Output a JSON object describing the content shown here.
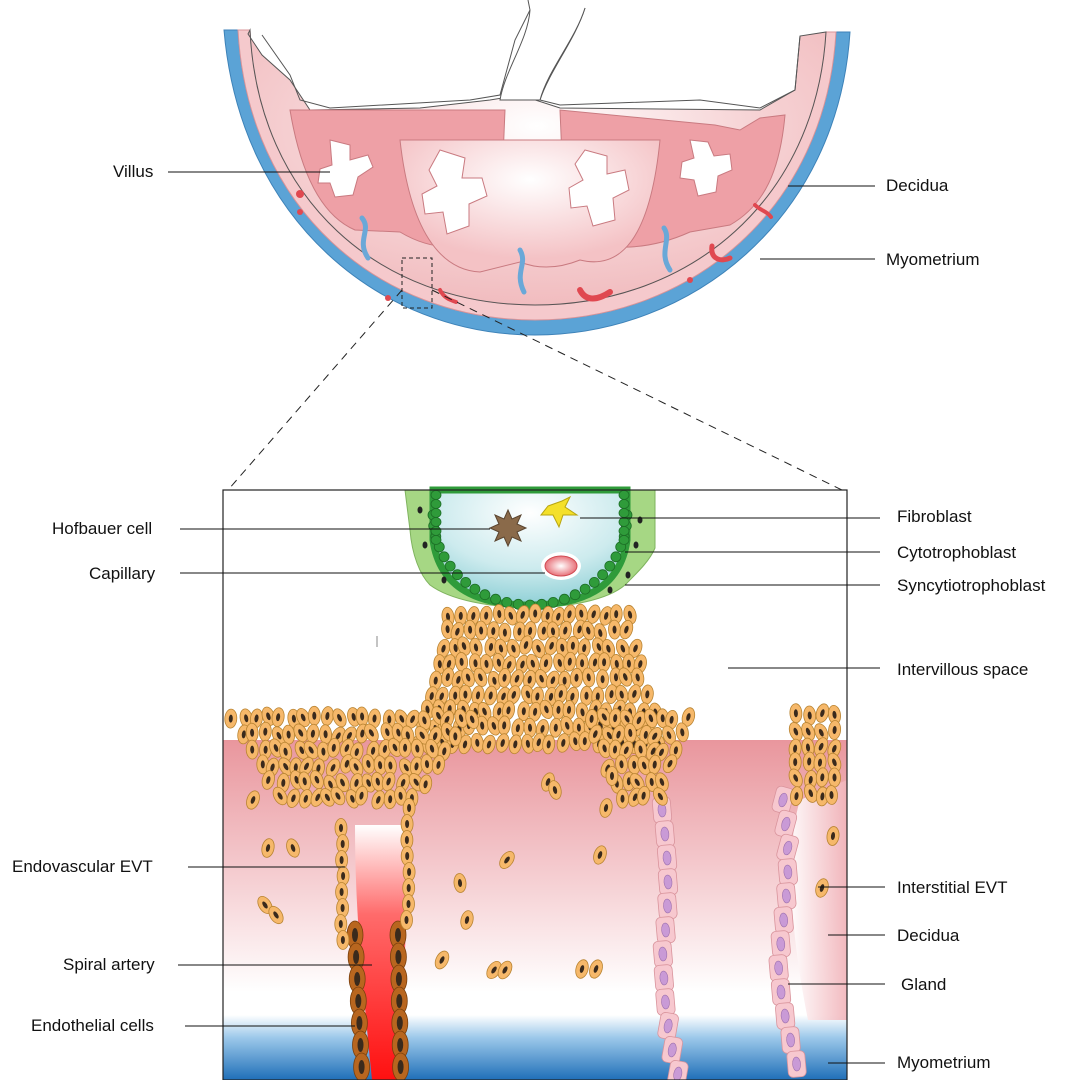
{
  "upper_labels": {
    "villus": "Villus",
    "decidua": "Decidua",
    "myometrium": "Myometrium"
  },
  "lower_labels": {
    "hofbauer_cell": "Hofbauer cell",
    "capillary": "Capillary",
    "fibroblast": "Fibroblast",
    "cytotrophoblast": "Cytotrophoblast",
    "syncytiotrophoblast": "Syncytiotrophoblast",
    "intervillous_space": "Intervillous space",
    "endovascular_evt": "Endovascular EVT",
    "interstitial_evt": "Interstitial EVT",
    "decidua": "Decidua",
    "spiral_artery": "Spiral artery",
    "gland": "Gland",
    "endothelial_cells": "Endothelial cells",
    "myometrium": "Myometrium"
  },
  "colors": {
    "myometrium": "#5ba3d6",
    "decidua": "#f2c4c6",
    "villus_tissue": "#e88f95",
    "trophoblast_cell": "#f6b86a",
    "cell_nucleus": "#3a2a1c",
    "syncytiotrophoblast": "#9fd07a",
    "cytotrophoblast": "#2f9b3a",
    "villus_core": "#c8e8ec",
    "spiral_artery": "#ff2020",
    "endothelial_cell": "#b8661f",
    "gland_cell": "#f7c8cf",
    "gland_nucleus": "#c99ad6",
    "fibroblast": "#f4e02a",
    "hofbauer_cell": "#8a6a4a"
  }
}
